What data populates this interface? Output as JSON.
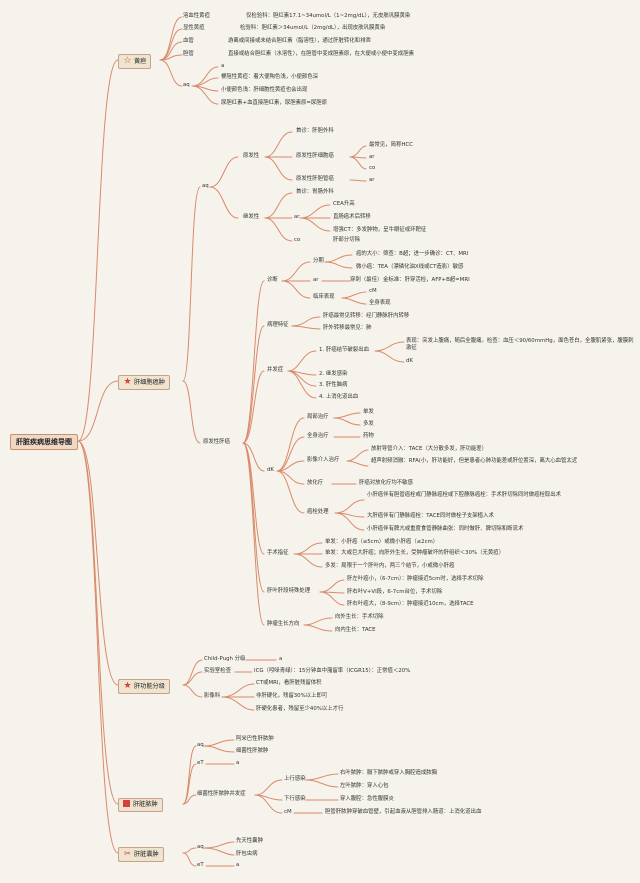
{
  "root": {
    "title": "肝脏疾病思维导图"
  },
  "jaundice": {
    "title": "黄疸",
    "items": {
      "hemolytic_label": "溶血性黄疸",
      "hemolytic_desc": "仅检验科：胆红素17.1~34umol/L（1~2mg/dL），无皮肤巩膜黄染",
      "latent_label": "显性黄疸",
      "latent_desc": "检验科：胆红素＞34umol/L（2mg/dL），出现皮肤巩膜黄染",
      "blood_label": "血管",
      "blood_desc": "游离或间接或未结合胆红素（脂溶性），通过肝脏转化和排泄",
      "bile_label": "胆管",
      "bile_desc": "直接或结合胆红素（水溶性），在胆管中变成胆素原，在大便或小便中变成胆素",
      "aq_label": "aq",
      "aq_a": "a",
      "aq_1": "梗阻性黄疸：着大便陶色浅，小便颜色深",
      "aq_2": "小便颜色浅：肝细胞性黄疸也会出现",
      "aq_3": "尿胆红素+血直接胆红素，尿胆素原=尿胆原"
    }
  },
  "hcc": {
    "title": "肝细胞癌肿",
    "aq": "aq",
    "primary": {
      "label": "原发性",
      "first_site": "首诊：肝胆外科",
      "hcc_label": "原发性肝细胞癌",
      "hcc_1": "最常见，简称HCC",
      "hcc_2": "ar",
      "hcc_3": "co",
      "cholangio": "原发性肝胆管癌",
      "cholangio_ar": "ar"
    },
    "secondary": {
      "label": "继发性",
      "first_site": "首诊：胃肠外科",
      "ar": "ar",
      "ar_1": "CEA升高",
      "ar_2": "直肠癌术后转移",
      "ar_3": "增强CT：多发肿物，呈牛眼征或环靶征",
      "co": "co",
      "co_desc": "肝部分切除"
    },
    "liver_cancer": {
      "label": "原发性肝癌",
      "diagnosis": {
        "label": "诊断",
        "staging": "分期",
        "stage_1": "癌的大小：筛查：B超；进一步确诊：CT、MRI",
        "stage_2": "微小癌：TEA（漂磷化油X线或CT造影）敏感",
        "ar": "ar",
        "ar_desc": "金标准：肝穿活检，AFP+B超=MRI",
        "ar_extra": "穿刺（最佳）",
        "clinical": "临床表现",
        "clinical_cm": "cM",
        "clinical_2": "全身表现"
      },
      "pathology": {
        "label": "病理特征",
        "item_1": "肝癌最常见转移：经门静脉肝内转移",
        "item_2": "肝外转移最常见：肺"
      },
      "complications": {
        "label": "并发症",
        "item_1": "1. 肝癌结节破裂出血",
        "item_1_desc": "表现：突发上腹痛，随后全腹痛。检查：血压＜90/60mmHg，面色苍白，全腹肌紧张，腹膜刺激征",
        "item_1_dk": "dK",
        "item_2": "2. 继发感染",
        "item_3": "3. 肝性脑病",
        "item_4": "4. 上消化道出血"
      },
      "treatment": {
        "label": "dK",
        "local": "局部治疗",
        "local_1": "单发",
        "local_2": "多发",
        "systemic": "全身治疗",
        "systemic_1": "药物",
        "intervention": "影像介入治疗",
        "intervention_1": "放射导管介入：TACE（大分散多发，肝功能差）",
        "intervention_2": "超声射频消融：RFA(小，肝功能好，但是患者心肺功能差或肝位置深，离大心血管太近",
        "chemo": "放化疗",
        "chemo_1": "肝癌对放化疗均不敏感",
        "thrombus": "癌栓处理",
        "thrombus_1": "小肝癌伴有胆管癌栓或门静脉癌栓或下腔静脉癌栓：手术肝切除同时做癌栓取出术",
        "thrombus_2": "大肝癌伴有门静脉癌栓：TACE同时做栓子支架植入术",
        "thrombus_3": "小肝癌伴有脾亢或重度食管静脉曲张：同时做肝、脾切除和断流术"
      },
      "surgery": {
        "label": "手术指征",
        "item_1": "单发：小肝癌（≤5cm）或微小肝癌（≤2cm）",
        "item_2": "单发：大或巨大肝癌；向肝外生长，受肿瘤破坏的肝组织＜30%（无黄疸）",
        "item_3": "多发：局限于一个肝叶内，两三个结节，小或微小肝癌"
      },
      "lobes": {
        "label": "肝叶肝段特殊处理",
        "item_1": "肝左叶癌小，（6-7cm）：肿瘤接近5cm时，选择手术切除",
        "item_2": "肝右叶V+VI段，6-7cm台位，手术切除",
        "item_3": "肝右叶癌大，（8-9cm）：肿瘤接近10cm，选择TACE"
      },
      "direction": {
        "label": "肿瘤生长方向",
        "item_1": "向外生长：手术切除",
        "item_2": "向内生长：TACE"
      }
    }
  },
  "function": {
    "title": "肝功能分级",
    "childpugh": "Child-Pugh 分级",
    "childpugh_a": "a",
    "lab": "实验室检查",
    "lab_1": "ICG（吲哚青绿）：15分钟血中潴留率（ICGR15）：正常值＜20%",
    "imaging": "影像科",
    "imaging_1": "CT或MRI，看肝脏残留体积",
    "imaging_2": "非肝硬化，残留30%以上即可",
    "imaging_3": "肝硬化患者，残留至少40%以上才行"
  },
  "abscess": {
    "title": "肝脏脓肿",
    "aq": "aq",
    "aq_1": "阿米巴性肝脓肿",
    "aq_2": "细菌性肝脓肿",
    "et": "eT",
    "et_a": "a",
    "bacterial": "细菌性肝脓肿并发症",
    "upper": "上行感染",
    "upper_1": "右叶脓肿：膈下脓肿或穿入胸腔造成脓胸",
    "upper_2": "左叶脓肿：穿入心包",
    "lower": "下行感染",
    "lower_1": "穿入腹腔：急性腹膜炎",
    "cm": "cM",
    "cm_1": "胆管肝脓肿穿破血管壁，引起血液从胆管排入肠道：上消化道出血"
  },
  "cyst": {
    "title": "肝脏囊肿",
    "aq": "aq",
    "aq_1": "先天性囊肿",
    "aq_2": "肝包虫病",
    "et": "eT",
    "et_a": "a"
  }
}
